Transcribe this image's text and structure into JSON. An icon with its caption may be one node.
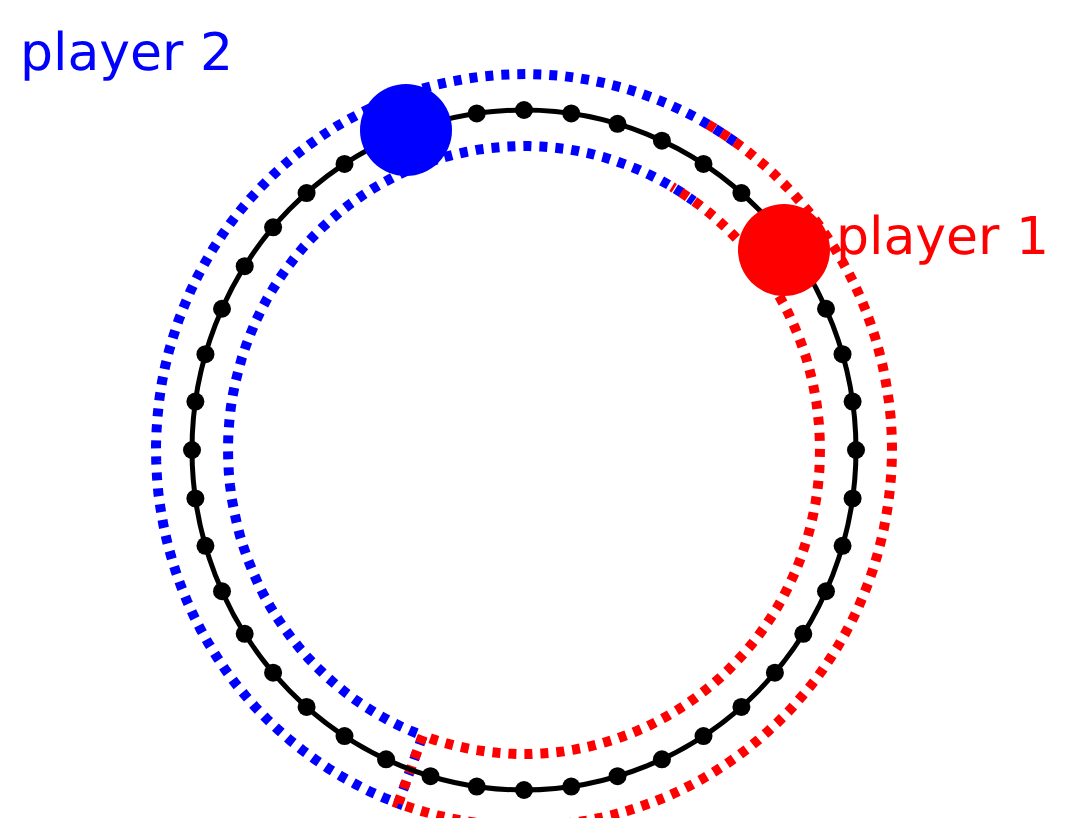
{
  "diagram": {
    "nodes": [
      {
        "text": [],
        "shape": "circle",
        "beside": [
          "player 2"
        ]
      },
      {
        "text": [],
        "shape": "circle",
        "beside": [
          "player 1"
        ]
      }
    ]
  }
}
